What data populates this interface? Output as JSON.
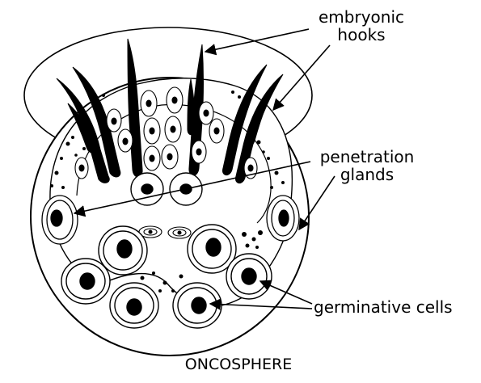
{
  "labels": {
    "embryonic_line1": "embryonic",
    "embryonic_line2": "hooks",
    "penetration_line1": "penetration",
    "penetration_line2": "glands",
    "germinative": "germinative cells",
    "title": "ONCOSPHERE"
  },
  "colors": {
    "ink": "#000000",
    "paper": "#ffffff"
  }
}
